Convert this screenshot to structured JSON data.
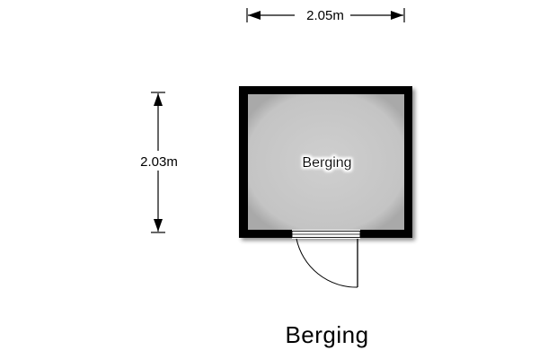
{
  "plan": {
    "title": "Berging",
    "room_label": "Berging",
    "width_dimension": "2.05m",
    "height_dimension": "2.03m"
  },
  "colors": {
    "wall": "#000000",
    "floor": "#c8c8c8",
    "line": "#000000",
    "background": "#ffffff"
  }
}
